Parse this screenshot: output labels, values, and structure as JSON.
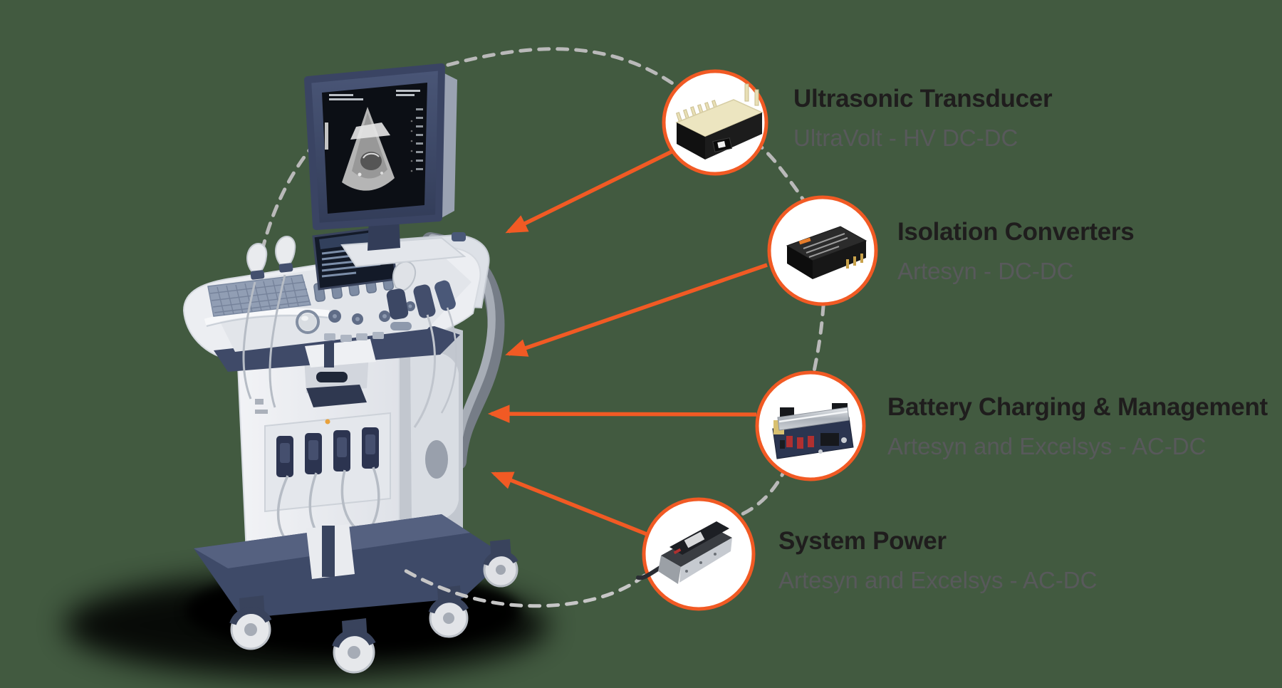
{
  "colors": {
    "background": "#425A40",
    "accent_orange": "#F15A24",
    "title_text": "#1F1D1D",
    "subtitle_text": "#58595B",
    "dashed_line": "#B9B9B9"
  },
  "machine": {
    "name": "ultrasound-cart-system"
  },
  "callouts": [
    {
      "id": "ultrasonic-transducer",
      "title": "Ultrasonic Transducer",
      "subtitle": "UltraVolt - HV DC-DC",
      "image": "hv-dc-dc-module"
    },
    {
      "id": "isolation-converters",
      "title": "Isolation Converters",
      "subtitle": "Artesyn - DC-DC",
      "image": "dc-dc-brick-module"
    },
    {
      "id": "battery-charging-management",
      "title": "Battery Charging & Management",
      "subtitle": "Artesyn and Excelsys - AC-DC",
      "image": "open-frame-psu-board"
    },
    {
      "id": "system-power",
      "title": "System Power",
      "subtitle": "Artesyn and Excelsys - AC-DC",
      "image": "enclosed-ac-dc-psu"
    }
  ]
}
